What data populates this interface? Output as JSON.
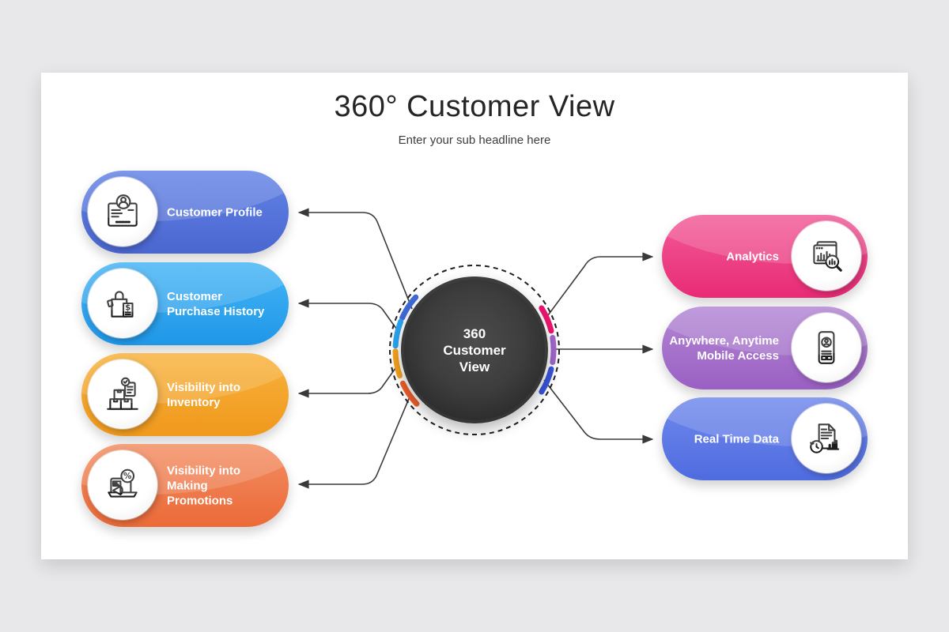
{
  "page": {
    "background": "#e8e8ea",
    "slide_background": "#ffffff"
  },
  "header": {
    "title": "360° Customer View",
    "subtitle": "Enter your sub headline here"
  },
  "center": {
    "lines": [
      "360",
      "Customer",
      "View"
    ],
    "inner_color": "#4c4c4c",
    "outer_color": "#2a2a2a",
    "ring_color": "#1f1f1f"
  },
  "connectors": {
    "color": "#3a3a3a"
  },
  "left_items": [
    {
      "label": "Customer Profile",
      "icon": "id-card-user-icon",
      "color_top": "#6384e6",
      "color_bottom": "#4a66d0",
      "accent": "#3f6ad6"
    },
    {
      "label": "Customer Purchase History",
      "icon": "shopping-bag-receipt-icon",
      "color_top": "#45b5f5",
      "color_bottom": "#1f97e8",
      "accent": "#2aa3f0"
    },
    {
      "label": "Visibility into Inventory",
      "icon": "inventory-boxes-icon",
      "color_top": "#f8b23c",
      "color_bottom": "#f0991d",
      "accent": "#f5a21e"
    },
    {
      "label": "Visibility into Making Promotions",
      "icon": "promotion-megaphone-icon",
      "color_top": "#f28e63",
      "color_bottom": "#ec6a38",
      "accent": "#ee5f2a"
    }
  ],
  "right_items": [
    {
      "label": "Analytics",
      "icon": "analytics-search-icon",
      "color_top": "#f25c98",
      "color_bottom": "#e92a75",
      "accent": "#ec1470"
    },
    {
      "label": "Anywhere, Anytime Mobile Access",
      "icon": "mobile-user-icon",
      "color_top": "#b388d4",
      "color_bottom": "#9a5fc3",
      "accent": "#a266cc"
    },
    {
      "label": "Real Time Data",
      "icon": "realtime-data-icon",
      "color_top": "#7089ec",
      "color_bottom": "#4f6ce0",
      "accent": "#3a55dd"
    }
  ]
}
